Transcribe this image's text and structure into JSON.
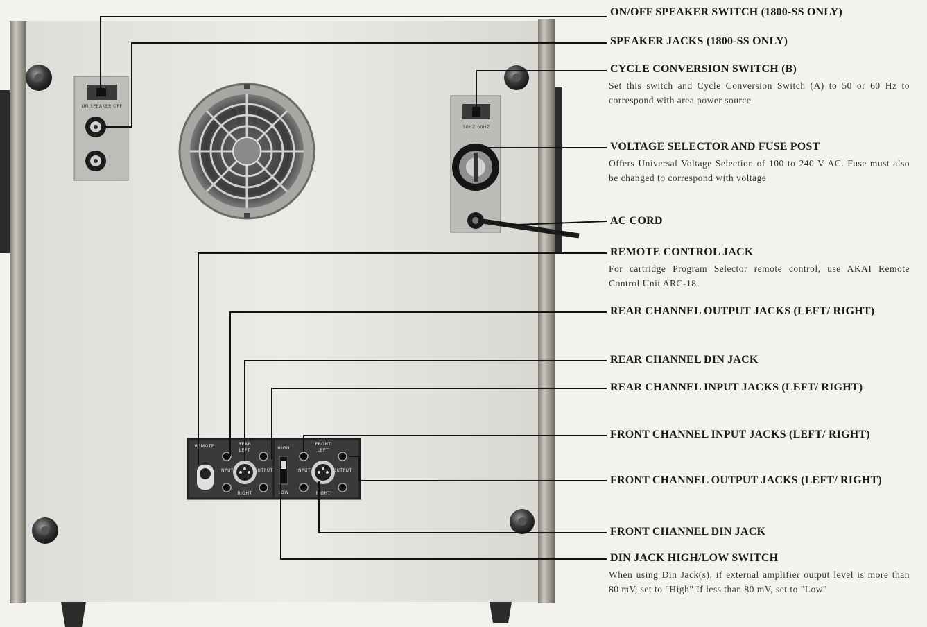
{
  "callouts": [
    {
      "id": "on-off-speaker-switch",
      "title": "ON/OFF SPEAKER SWITCH (1800-SS ONLY)"
    },
    {
      "id": "speaker-jacks",
      "title": "SPEAKER JACKS (1800-SS ONLY)"
    },
    {
      "id": "cycle-conversion-switch",
      "title": "CYCLE CONVERSION SWITCH (B)",
      "description": "Set this switch and Cycle Conversion Switch (A) to 50 or 60 Hz to correspond with area power source"
    },
    {
      "id": "voltage-selector",
      "title": "VOLTAGE SELECTOR AND FUSE POST",
      "description": "Offers Universal Voltage Selection of 100 to 240 V AC. Fuse must also be changed to correspond with voltage"
    },
    {
      "id": "ac-cord",
      "title": "AC CORD"
    },
    {
      "id": "remote-control-jack",
      "title": "REMOTE CONTROL JACK",
      "description": "For cartridge Program Selector remote control, use AKAI Remote Control Unit ARC-18"
    },
    {
      "id": "rear-channel-output-jacks",
      "title": "REAR CHANNEL OUTPUT JACKS (LEFT/ RIGHT)"
    },
    {
      "id": "rear-channel-din-jack",
      "title": "REAR CHANNEL DIN JACK"
    },
    {
      "id": "rear-channel-input-jacks",
      "title": "REAR CHANNEL INPUT JACKS (LEFT/ RIGHT)"
    },
    {
      "id": "front-channel-input-jacks",
      "title": "FRONT CHANNEL INPUT JACKS (LEFT/ RIGHT)"
    },
    {
      "id": "front-channel-output-jacks",
      "title": "FRONT CHANNEL OUTPUT JACKS (LEFT/ RIGHT)"
    },
    {
      "id": "front-channel-din-jack",
      "title": "FRONT CHANNEL DIN JACK"
    },
    {
      "id": "din-jack-high-low-switch",
      "title": "DIN JACK HIGH/LOW SWITCH",
      "description": "When using Din Jack(s), if external amplifier output level is more than 80 mV, set to \"High\" If less than 80 mV, set to \"Low\""
    }
  ],
  "panel_markings": {
    "speaker_switch": "ON SPEAKER OFF",
    "cycle_switch": "50HZ 60HZ",
    "remote": "REMOTE",
    "rear": "REAR",
    "front": "FRONT",
    "left": "LEFT",
    "right": "RIGHT",
    "input": "INPUT",
    "output": "OUTPUT",
    "high": "HIGH",
    "low": "LOW"
  },
  "colors": {
    "cabinet": "#e6e6e2",
    "rail": "#a8a49a",
    "plate": "#4a4a4a",
    "leader": "#111111",
    "text": "#1a1a1a"
  }
}
